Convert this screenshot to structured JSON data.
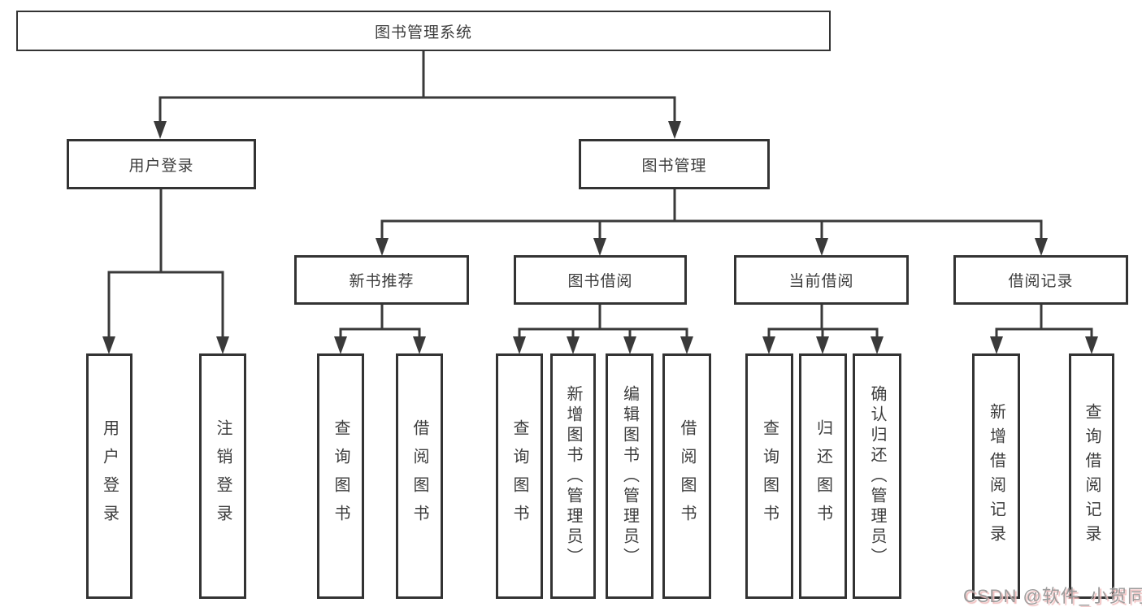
{
  "tree": {
    "root_label": "图书管理系统",
    "branches": [
      {
        "label": "用户登录",
        "children": [
          {
            "label": "用户登录"
          },
          {
            "label": "注销登录"
          }
        ]
      },
      {
        "label": "图书管理",
        "children": [
          {
            "label": "新书推荐",
            "children": [
              {
                "label": "查询图书"
              },
              {
                "label": "借阅图书"
              }
            ]
          },
          {
            "label": "图书借阅",
            "children": [
              {
                "label": "查询图书"
              },
              {
                "label": "新增图书（管理员）"
              },
              {
                "label": "编辑图书（管理员）"
              },
              {
                "label": "借阅图书"
              }
            ]
          },
          {
            "label": "当前借阅",
            "children": [
              {
                "label": "查询图书"
              },
              {
                "label": "归还图书"
              },
              {
                "label": "确认归还（管理员）"
              }
            ]
          },
          {
            "label": "借阅记录",
            "children": [
              {
                "label": "新增借阅记录"
              },
              {
                "label": "查询借阅记录"
              }
            ]
          }
        ]
      }
    ]
  },
  "watermark": {
    "text": "CSDN @软件_小贺同学"
  },
  "colors": {
    "line": "#3a3a3a",
    "box_border": "#333333",
    "text": "#3c3c3c",
    "background": "#ffffff",
    "watermark_text": "#9c9c9c",
    "watermark_shadow": "#f0bcbc"
  }
}
